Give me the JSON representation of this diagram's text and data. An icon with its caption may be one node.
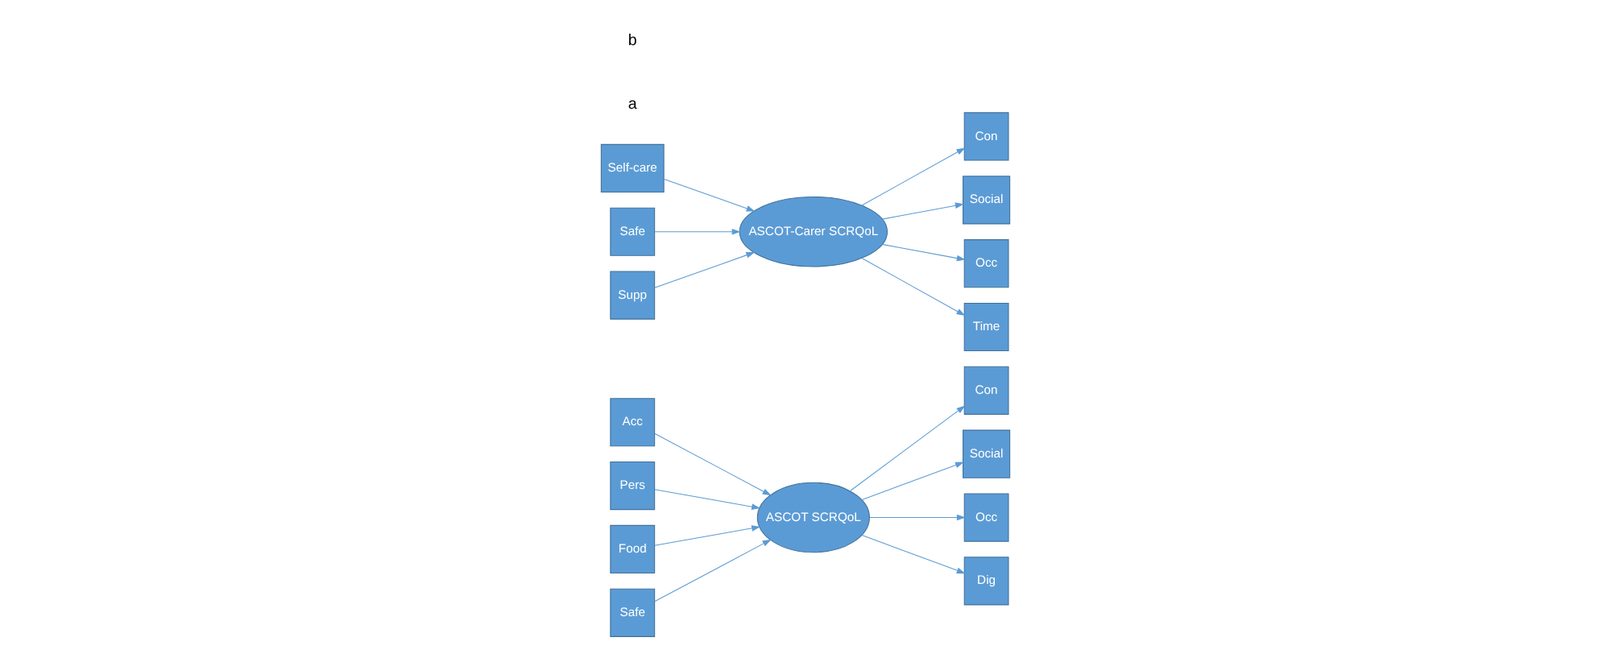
{
  "diagram": {
    "nodes": [
      {
        "text": [
          "Acc"
        ]
      },
      {
        "text": [
          "Pers"
        ]
      },
      {
        "text": [
          "Food"
        ]
      },
      {
        "text": [
          "Safe"
        ]
      },
      {
        "text": [
          "ASCOT SCRQoL"
        ]
      },
      {
        "text": [
          "Con"
        ]
      },
      {
        "text": [
          "Social"
        ]
      },
      {
        "text": [
          "Occ"
        ]
      },
      {
        "text": [
          "Dig"
        ]
      },
      {
        "text": [
          "Self-care"
        ]
      },
      {
        "text": [
          "Safe"
        ]
      },
      {
        "text": [
          "Supp"
        ]
      },
      {
        "text": [
          "ASCOT-Carer SCRQoL"
        ]
      },
      {
        "text": [
          "Con"
        ]
      },
      {
        "text": [
          "Social"
        ]
      },
      {
        "text": [
          "Occ"
        ]
      },
      {
        "text": [
          "Time"
        ]
      }
    ],
    "edges": [
      {
        "from": 0,
        "to": 4,
        "arrow": "to"
      },
      {
        "from": 1,
        "to": 4,
        "arrow": "to"
      },
      {
        "from": 2,
        "to": 4,
        "arrow": "to"
      },
      {
        "from": 3,
        "to": 4,
        "arrow": "to"
      },
      {
        "from": 4,
        "to": 5,
        "arrow": "to"
      },
      {
        "from": 4,
        "to": 6,
        "arrow": "to"
      },
      {
        "from": 4,
        "to": 7,
        "arrow": "to"
      },
      {
        "from": 4,
        "to": 8,
        "arrow": "to"
      },
      {
        "from": 9,
        "to": 12,
        "arrow": "to"
      },
      {
        "from": 10,
        "to": 12,
        "arrow": "to"
      },
      {
        "from": 11,
        "to": 12,
        "arrow": "to"
      },
      {
        "from": 12,
        "to": 13,
        "arrow": "to"
      },
      {
        "from": 12,
        "to": 14,
        "arrow": "to"
      },
      {
        "from": 12,
        "to": 15,
        "arrow": "to"
      },
      {
        "from": 12,
        "to": 16,
        "arrow": "to"
      }
    ],
    "labels": [
      "a",
      "b"
    ]
  }
}
